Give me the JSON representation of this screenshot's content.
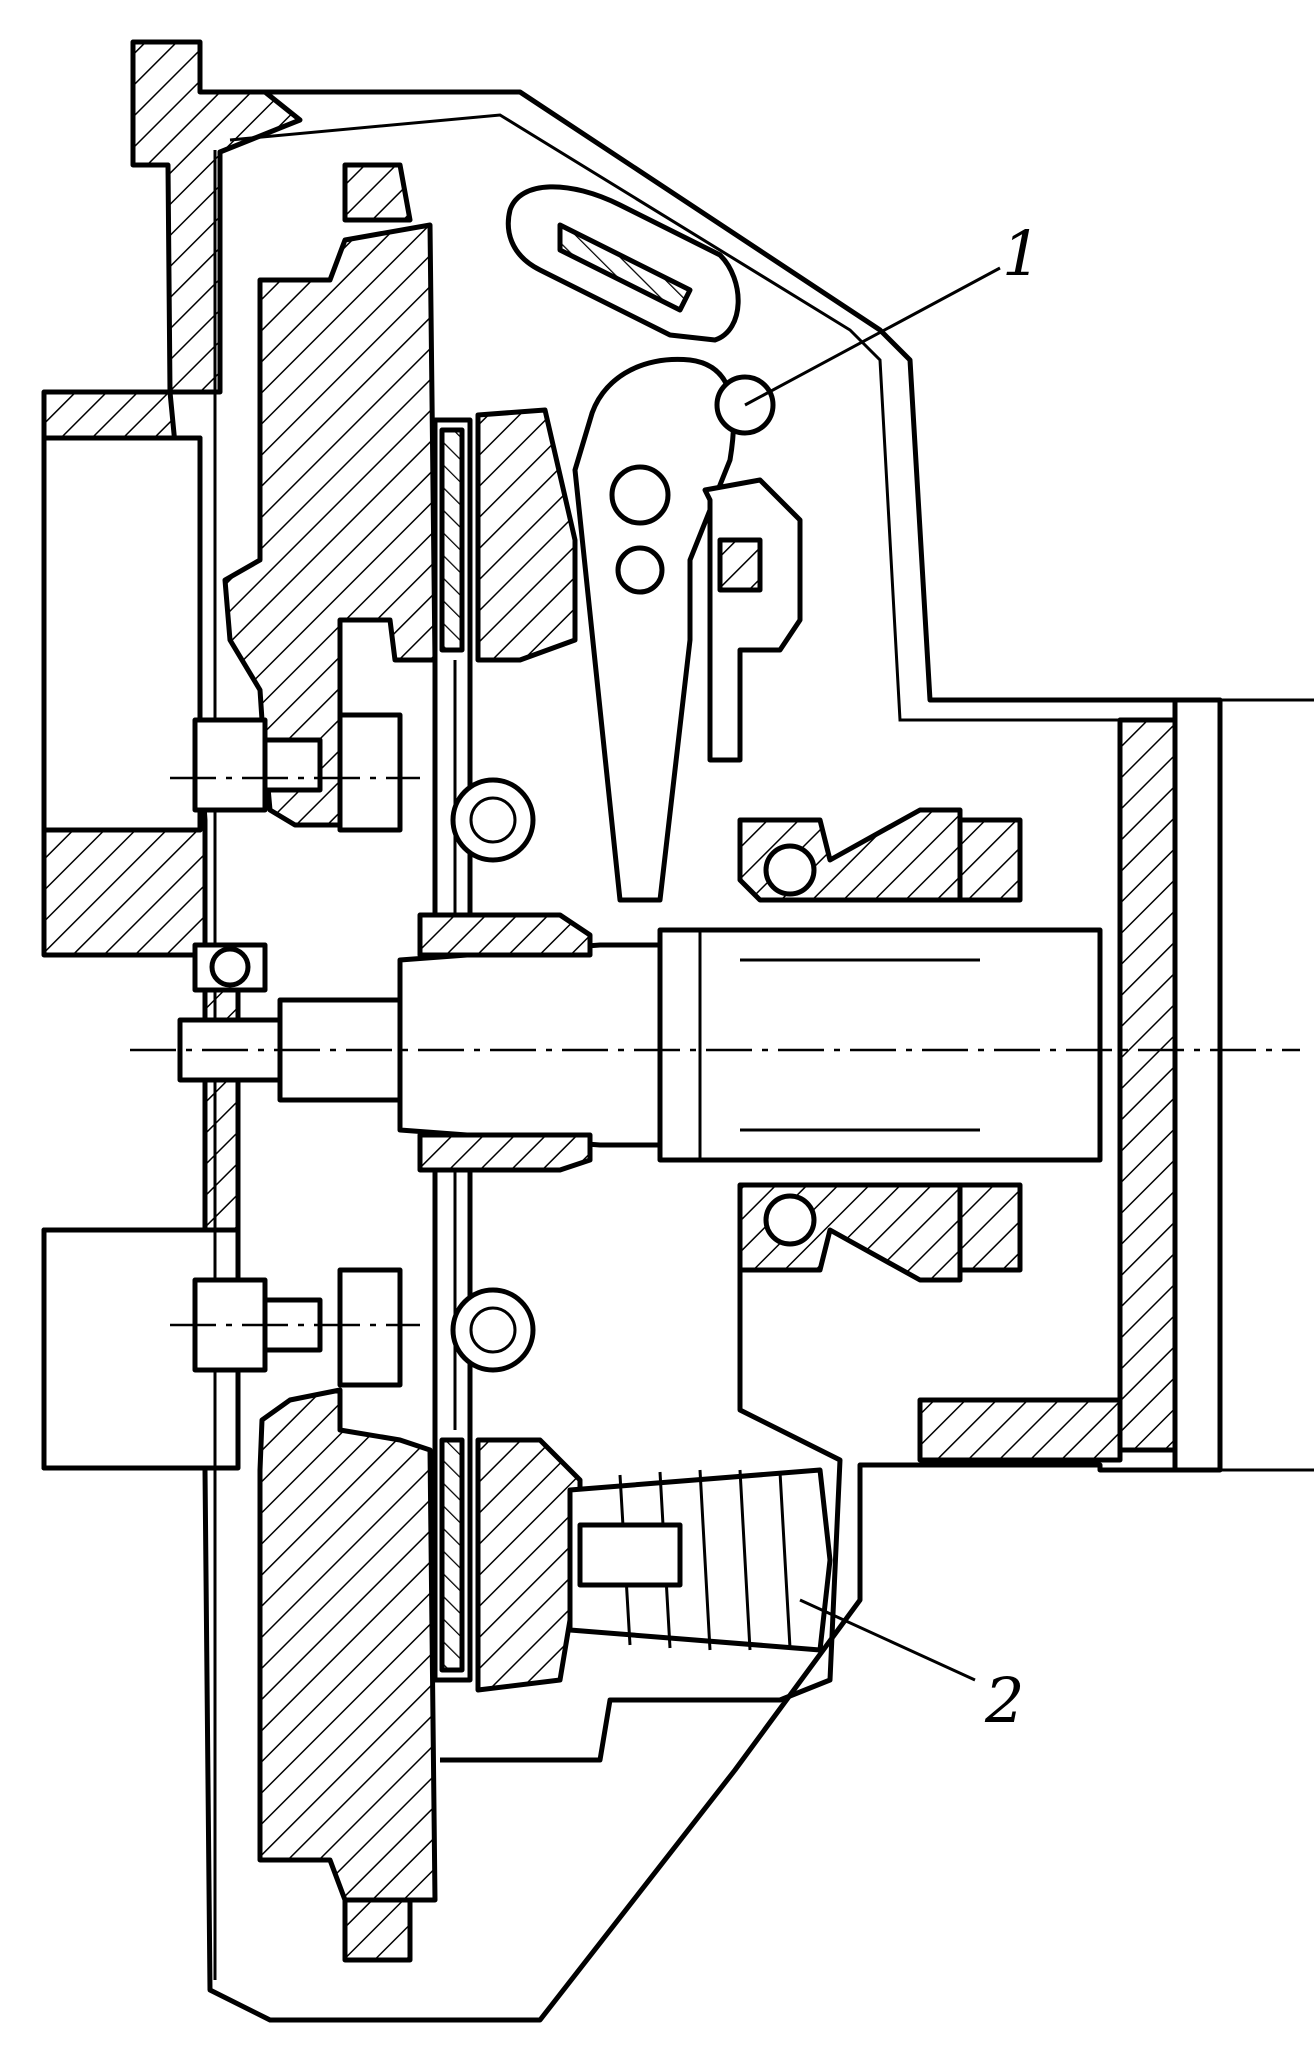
{
  "callouts": [
    {
      "id": "callout-1",
      "text": "1"
    },
    {
      "id": "callout-2",
      "text": "2"
    }
  ],
  "colors": {
    "line": "#000000",
    "background": "#ffffff"
  }
}
